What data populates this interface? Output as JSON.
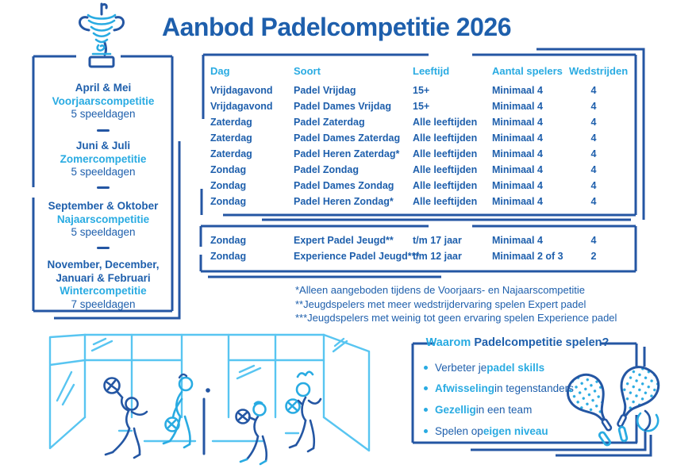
{
  "title": "Aanbod Padelcompetitie 2026",
  "colors": {
    "dark_blue_lines": "#2456A3",
    "text_blue": "#1E5FAC",
    "cyan": "#29ABE2",
    "light_cyan": "#58C5F1"
  },
  "sidebar": {
    "blocks": [
      {
        "months": "April & Mei",
        "competition": "Voorjaarscompetitie",
        "days": "5 speeldagen"
      },
      {
        "months": "Juni & Juli",
        "competition": "Zomercompetitie",
        "days": "5 speeldagen"
      },
      {
        "months": "September & Oktober",
        "competition": "Najaarscompetitie",
        "days": "5 speeldagen"
      },
      {
        "months": "November, December, Januari & Februari",
        "competition": "Wintercompetitie",
        "days": "7 speeldagen"
      }
    ]
  },
  "table1": {
    "headers": {
      "dag": "Dag",
      "soort": "Soort",
      "leeftijd": "Leeftijd",
      "spelers": "Aantal spelers",
      "wedstrijden": "Wedstrijden"
    },
    "rows": [
      {
        "dag": "Vrijdagavond",
        "soort": "Padel Vrijdag",
        "leeftijd": "15+",
        "spelers": "Minimaal 4",
        "wedstrijden": "4"
      },
      {
        "dag": "Vrijdagavond",
        "soort": "Padel Dames Vrijdag",
        "leeftijd": "15+",
        "spelers": "Minimaal 4",
        "wedstrijden": "4"
      },
      {
        "dag": "Zaterdag",
        "soort": "Padel Zaterdag",
        "leeftijd": "Alle leeftijden",
        "spelers": "Minimaal 4",
        "wedstrijden": "4"
      },
      {
        "dag": "Zaterdag",
        "soort": "Padel Dames Zaterdag",
        "leeftijd": "Alle leeftijden",
        "spelers": "Minimaal 4",
        "wedstrijden": "4"
      },
      {
        "dag": "Zaterdag",
        "soort": "Padel Heren Zaterdag*",
        "leeftijd": "Alle leeftijden",
        "spelers": "Minimaal 4",
        "wedstrijden": "4"
      },
      {
        "dag": "Zondag",
        "soort": "Padel Zondag",
        "leeftijd": "Alle leeftijden",
        "spelers": "Minimaal 4",
        "wedstrijden": "4"
      },
      {
        "dag": "Zondag",
        "soort": "Padel Dames Zondag",
        "leeftijd": "Alle leeftijden",
        "spelers": "Minimaal 4",
        "wedstrijden": "4"
      },
      {
        "dag": "Zondag",
        "soort": "Padel Heren Zondag*",
        "leeftijd": "Alle leeftijden",
        "spelers": "Minimaal 4",
        "wedstrijden": "4"
      }
    ]
  },
  "table2": {
    "rows": [
      {
        "dag": "Zondag",
        "soort": "Expert Padel Jeugd**",
        "leeftijd": "t/m 17 jaar",
        "spelers": "Minimaal 4",
        "wedstrijden": "4"
      },
      {
        "dag": "Zondag",
        "soort": "Experience Padel Jeugd***",
        "leeftijd": "t/m 12 jaar",
        "spelers": "Minimaal 2 of 3",
        "wedstrijden": "2"
      }
    ]
  },
  "footnotes": [
    "*Alleen aangeboden tijdens de Voorjaars- en Najaarscompetitie",
    "**Jeugdspelers met meer wedstrijdervaring spelen Expert padel",
    "***Jeugdspelers met weinig tot geen ervaring spelen Experience padel"
  ],
  "why": {
    "title_highlight": "Waarom",
    "title_rest": " Padelcompetitie spelen?",
    "bullets": [
      {
        "pre": "Verbeter je ",
        "highlight": "padel skills",
        "post": ""
      },
      {
        "pre": "",
        "highlight": "Afwisseling",
        "post": " in tegenstanders"
      },
      {
        "pre": "",
        "highlight": "Gezellig",
        "post": " in een team"
      },
      {
        "pre": "Spelen op ",
        "highlight": "eigen niveau",
        "post": ""
      }
    ]
  },
  "illustrations": {
    "trophy": "trophy",
    "court": "padel court with four players",
    "rackets": "two crossed padel rackets with ball"
  }
}
